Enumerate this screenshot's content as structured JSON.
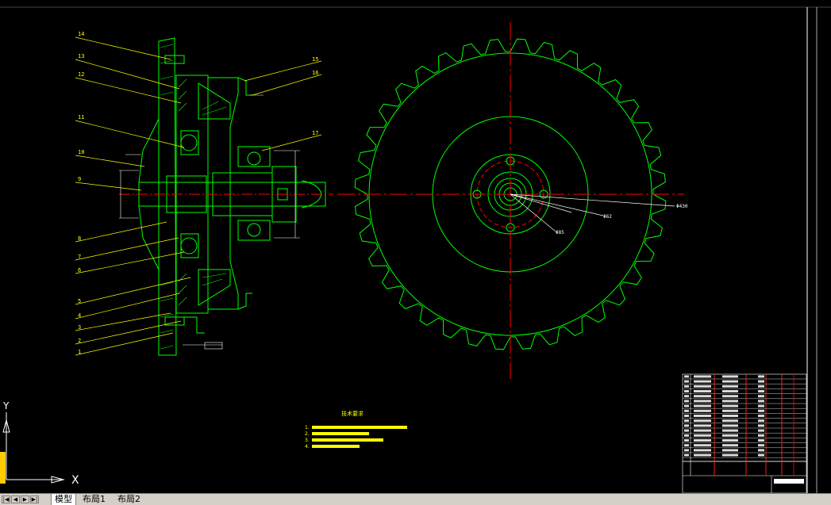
{
  "colors": {
    "background": "#000000",
    "outline": "#00ff00",
    "centerline": "#ff0000",
    "leader": "#ffff00",
    "dimension": "#ffffff",
    "hatch": "#00ff00",
    "tab_bar": "#d4d0c8"
  },
  "part_numbers": [
    "14",
    "13",
    "12",
    "11",
    "10",
    "9",
    "8",
    "7",
    "6",
    "5",
    "4",
    "3",
    "2",
    "1",
    "15",
    "16",
    "17"
  ],
  "dimensions": {
    "d1": "Φ430",
    "d2": "Φ62",
    "d3": "Φ85"
  },
  "notes": {
    "title": "技术要求",
    "lines": [
      "1.",
      "2.",
      "3.",
      "4."
    ]
  },
  "ucs": {
    "x_label": "X",
    "y_label": "Y"
  },
  "tabs": [
    {
      "label": "模型"
    },
    {
      "label": "布局1"
    },
    {
      "label": "布局2"
    }
  ],
  "icons": {
    "nav_first": "first-icon",
    "nav_prev": "prev-icon",
    "nav_next": "next-icon",
    "nav_last": "last-icon"
  }
}
